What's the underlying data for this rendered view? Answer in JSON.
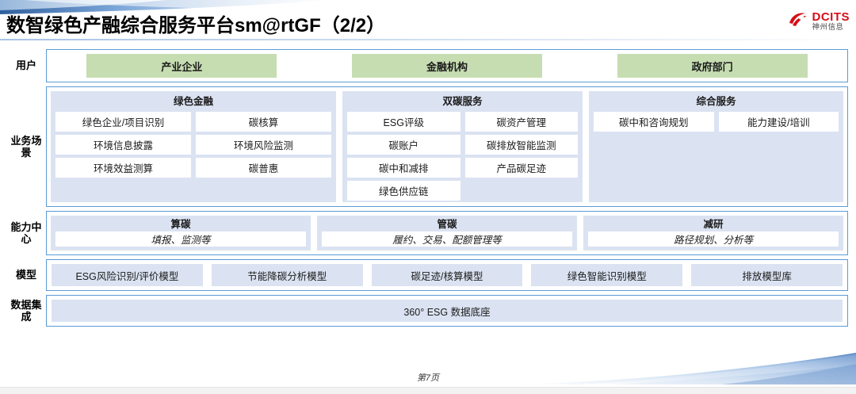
{
  "header": {
    "title": "数智绿色产融综合服务平台sm@rtGF（2/2）",
    "logo_name": "DCITS",
    "logo_name_cn": "神州信息",
    "logo_color": "#d60e17"
  },
  "theme": {
    "border_blue": "#5b9bd5",
    "group_fill": "#dbe3f2",
    "user_fill": "#c6ddb1",
    "chip_fill": "#ffffff"
  },
  "rows": {
    "users": {
      "label": "用户",
      "items": [
        {
          "label": "产业企业"
        },
        {
          "label": "金融机构"
        },
        {
          "label": "政府部门"
        }
      ]
    },
    "scenarios": {
      "label": "业务场景",
      "groups": [
        {
          "title": "绿色金融",
          "items": [
            "绿色企业/项目识别",
            "碳核算",
            "环境信息披露",
            "环境风险监测",
            "环境效益测算",
            "碳普惠"
          ]
        },
        {
          "title": "双碳服务",
          "items": [
            "ESG评级",
            "碳资产管理",
            "碳账户",
            "碳排放智能监测",
            "碳中和减排",
            "产品碳足迹",
            "绿色供应链"
          ]
        },
        {
          "title": "综合服务",
          "items": [
            "碳中和咨询规划",
            "能力建设/培训"
          ]
        }
      ]
    },
    "capability": {
      "label": "能力中心",
      "groups": [
        {
          "title": "算碳",
          "sub": "填报、监测等"
        },
        {
          "title": "管碳",
          "sub": "履约、交易、配额管理等"
        },
        {
          "title": "减研",
          "sub": "路径规划、分析等"
        }
      ]
    },
    "models": {
      "label": "模型",
      "items": [
        "ESG风险识别/评价模型",
        "节能降碳分析模型",
        "碳足迹/核算模型",
        "绿色智能识别模型",
        "排放模型库"
      ]
    },
    "data": {
      "label": "数据集成",
      "items": [
        "360° ESG 数据底座"
      ]
    }
  },
  "footer": {
    "page_label": "第7页"
  }
}
